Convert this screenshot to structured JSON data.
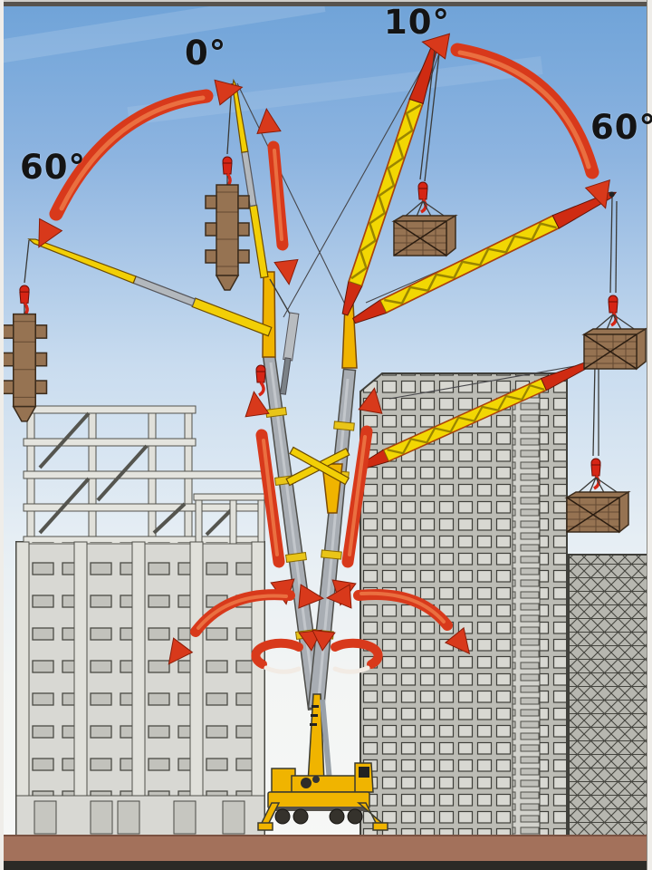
{
  "figure": {
    "type": "crane-working-range-diagram",
    "description_labels": {
      "left_jib_max_angle": "60°",
      "left_jib_min_angle": "0°",
      "right_jib_min_angle": "10°",
      "right_jib_max_angle": "60°"
    },
    "colors": {
      "sky_top": "#6fa3d8",
      "sky_mid": "#c9dcef",
      "sky_low": "#f3f5f4",
      "ground": "#a3715b",
      "arrow_red": "#d8391b",
      "arrow_light": "#f0824e",
      "lattice_yellow": "#f2d703",
      "lattice_red": "#cf2b12",
      "boom_gray": "#a8adb3",
      "crane_yellow": "#f0b400",
      "hook_red": "#d62515",
      "load_brown": "#967352",
      "building_gray": "#d6d6d1",
      "line_dark": "#3f3f3a",
      "label_color": "#141414"
    }
  }
}
